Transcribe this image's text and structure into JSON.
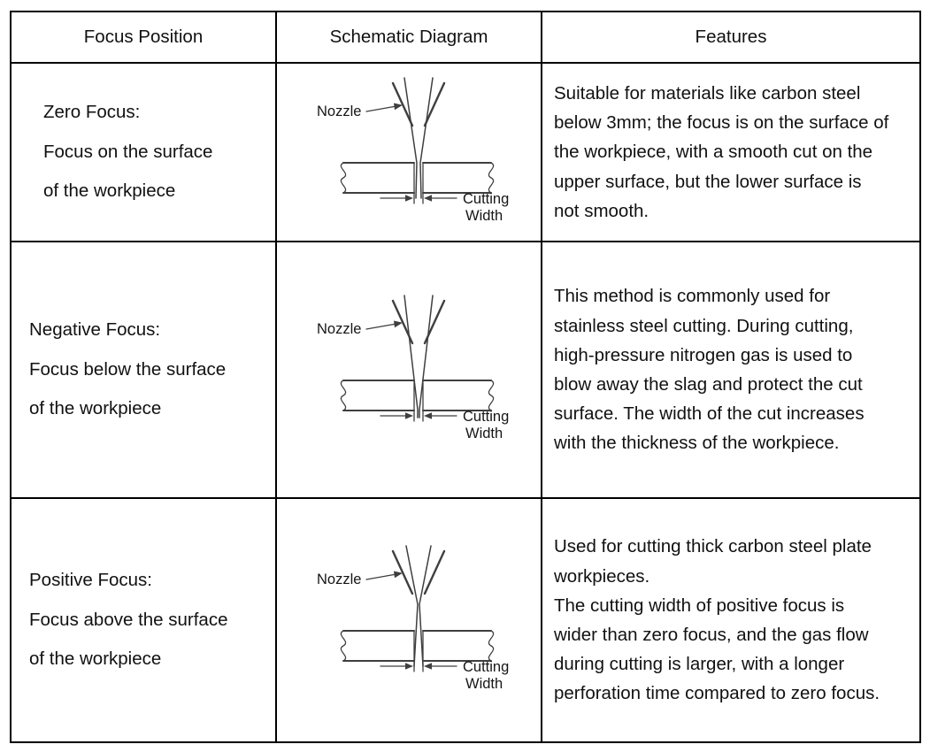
{
  "page": {
    "background_color": "#ffffff",
    "border_color": "#000000",
    "text_color": "#111111",
    "diagram_line_color": "#3f3f3f"
  },
  "table": {
    "headers": [
      "Focus Position",
      "Schematic Diagram",
      "Features"
    ],
    "diagram_labels": {
      "nozzle": "Nozzle",
      "cutting_width": [
        "Cutting",
        "Width"
      ]
    },
    "rows": [
      {
        "focus_title": "Zero Focus:",
        "focus_description": "Focus on the surface\nof the workpiece",
        "diagram_type": "zero-focus",
        "features": "Suitable for materials like carbon steel below 3mm; the focus is on the surface of the workpiece, with a smooth cut on the upper surface, but the lower surface is not smooth."
      },
      {
        "focus_title": "Negative Focus:",
        "focus_description": "Focus below the surface\nof the workpiece",
        "diagram_type": "negative-focus",
        "features": "This method is commonly used for stainless steel cutting. During cutting, high-pressure nitrogen gas is used to blow away the slag and protect the cut surface. The width of the cut increases with the thickness of the workpiece."
      },
      {
        "focus_title": "Positive Focus:",
        "focus_description": "Focus above the surface\nof the workpiece",
        "diagram_type": "positive-focus",
        "features": "Used for cutting thick carbon steel plate workpieces.\nThe cutting width of positive focus is wider than zero focus, and the gas flow during cutting is larger, with a longer perforation time compared to zero focus."
      }
    ]
  }
}
